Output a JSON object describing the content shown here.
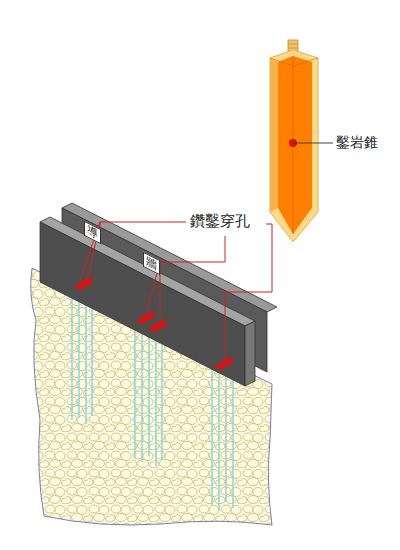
{
  "diagram": {
    "labels": [
      "鑿岩錐",
      "鑽鑿穿孔",
      "導",
      "牆"
    ]
  }
}
